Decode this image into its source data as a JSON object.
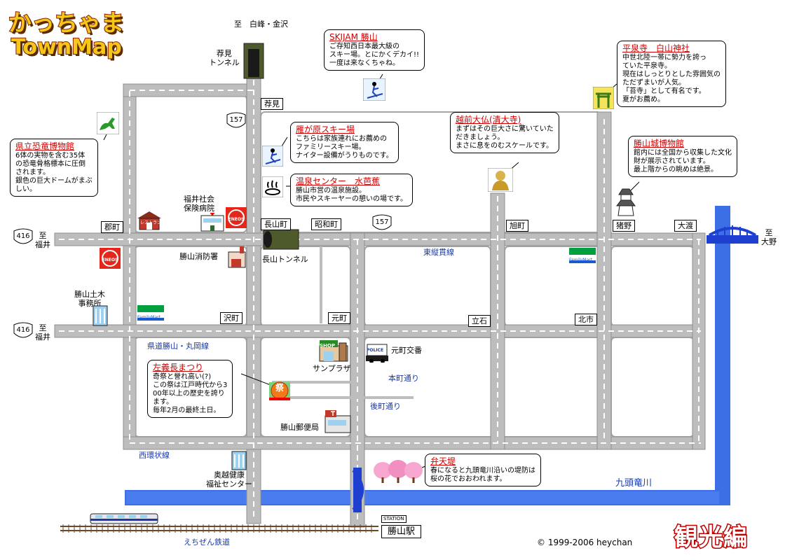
{
  "title": {
    "line1": "かっちゃま",
    "line2": "TownMap",
    "badge": "観光編"
  },
  "copyright": "© 1999-2006  heychan",
  "route_shields": {
    "r157_a": "157",
    "r157_b": "157",
    "r416_a": "416",
    "r416_b": "416"
  },
  "directions": {
    "north": "至　白峰・金沢",
    "west_upper": "至\n福井",
    "west_lower": "至\n福井",
    "east": "至\n大野"
  },
  "intersections": {
    "kenmi": "荐見",
    "gunmachi": "郡町",
    "nagayamacho": "長山町",
    "showacho": "昭和町",
    "asahimachi": "旭町",
    "inono": "猪野",
    "owatari": "大渡",
    "sawamachi": "沢町",
    "motomachi": "元町",
    "tateishi": "立石",
    "kitaichi": "北市"
  },
  "road_names": {
    "higashi_junkan": "東縦貫線",
    "kendo": "県道勝山・丸岡線",
    "honmachi": "本町通り",
    "ushiromachi": "後町通り",
    "nishi_kanjo": "西環状線",
    "kuzuryu": "九頭竜川",
    "echizen_rail": "えちぜん鉄道"
  },
  "places": {
    "kenmi_tunnel": "荐見\nトンネル",
    "nagayama_tunnel": "長山トンネル",
    "hospital": "福井社会\n保険病院",
    "fire": "勝山消防署",
    "doboku": "勝山土木\n事務所",
    "sunplaza": "サンプラザ",
    "police": "元町交番",
    "post": "勝山郵便局",
    "okuetsu": "奥越健康\n福祉センター",
    "station": "勝山駅",
    "restaurant_sign": "レストラン",
    "eneos1": "ENEOS",
    "eneos2": "ENEOS",
    "famima1": "FamilyMart",
    "famima2": "FamilyMart",
    "shop_sign": "SHOP",
    "police_sign": "POLICE",
    "station_sign": "STATION",
    "festival_sign": "祭"
  },
  "callouts": {
    "skijam": {
      "title": "SKIJAM 勝山",
      "body": "ご存知西日本最大級の\nスキー場。とにかくデカイ!!\n一度は来なくちゃね。"
    },
    "heisenji": {
      "title": "平泉寺　白山神社",
      "body": "中世北陸一帯に勢力を誇っ\nていた平泉寺。\n現在はしっとりとした雰囲気の\nただずまいが人気。\n「苔寺」として有名です。\n夏がお薦め。"
    },
    "daibutsu": {
      "title": "越前大仏(清大寺)",
      "body": "まずはその巨大さに驚いていた\nだきましょう。\nまさに息をのむスケールです。"
    },
    "ganohara": {
      "title": "雁が原スキー場",
      "body": "こちらは家族連れにお薦めの\nファミリースキー場。\nナイター設備がうりものです。"
    },
    "onsen": {
      "title": "温泉センター　水芭蕉",
      "body": "勝山市営の温泉施設。\n市民やスキーヤーの憩いの場です。"
    },
    "kyoryu": {
      "title": "県立恐竜博物館",
      "body": "6体の実物を含む35体\nの恐竜骨格標本に圧倒\nされます。\n銀色の巨大ドームがまぶ\nしい。"
    },
    "castle": {
      "title": "勝山城博物館",
      "body": "館内には全国から収集した文化\n財が展示されています。\n最上階からの眺めは絶景。"
    },
    "sagicho": {
      "title": "左義長まつり",
      "body": "奇祭と誉れ高い(?)\nこの祭は江戸時代から3\n00年以上の歴史を誇り\nます。\n毎年2月の最終土日。"
    },
    "benten": {
      "title": "弁天堤",
      "body": "春になると九頭竜川沿いの堤防は\n桜の花でおおわれます。"
    }
  },
  "colors": {
    "road": "#bdbdbd",
    "road_center": "#ffffff",
    "river": "#3c6ee6",
    "block_border": "#a5a5a5",
    "callout_title": "#d00000",
    "road_name": "#1a3aa8",
    "eneos": "#e5271b",
    "familymart": "#00a040"
  },
  "icons": [
    "dinosaur-icon",
    "skier-icon",
    "shrine-icon",
    "buddha-icon",
    "hot-spring-icon",
    "castle-icon",
    "restaurant-icon",
    "hospital-icon",
    "eneos-icon",
    "familymart-icon",
    "fire-station-icon",
    "office-building-icon",
    "shop-icon",
    "police-icon",
    "post-office-icon",
    "festival-icon",
    "sakura-icon",
    "bridge-icon",
    "train-icon",
    "tunnel-icon"
  ]
}
